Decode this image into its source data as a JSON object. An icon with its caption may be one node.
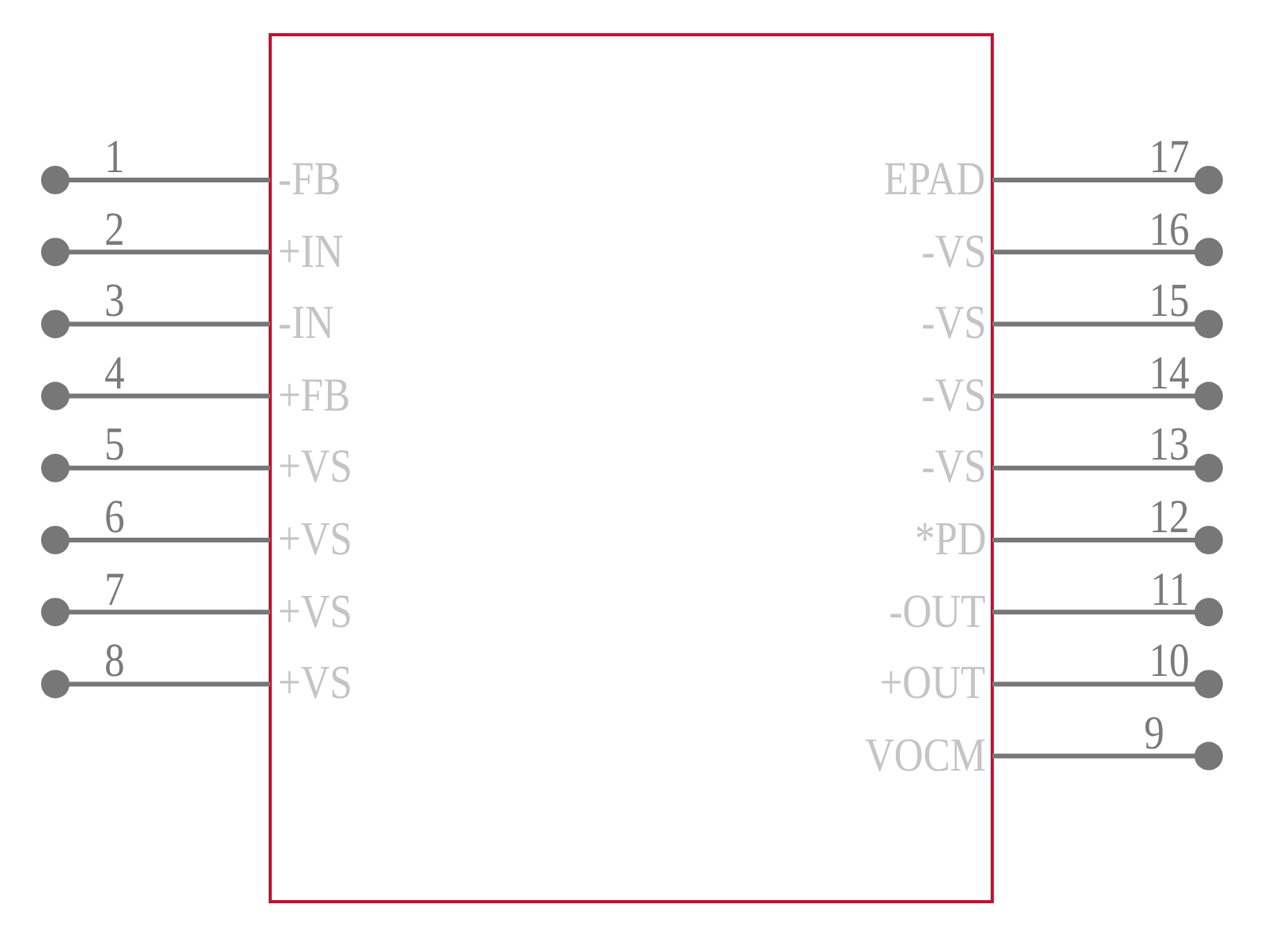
{
  "diagram": {
    "nodes": [
      {
        "text": [],
        "shape": "box"
      }
    ],
    "labels": [
      "1",
      "-FB",
      "EPAD",
      "17",
      "2",
      "+IN",
      "-VS",
      "16",
      "3",
      "-IN",
      "-VS",
      "15",
      "4",
      "+FB",
      "-VS",
      "14",
      "5",
      "+VS",
      "-VS",
      "13",
      "6",
      "+VS",
      "*PD",
      "12",
      "7",
      "+VS",
      "-OUT",
      "11",
      "8",
      "+VS",
      "+OUT",
      "10",
      "VOCM",
      "9"
    ]
  }
}
